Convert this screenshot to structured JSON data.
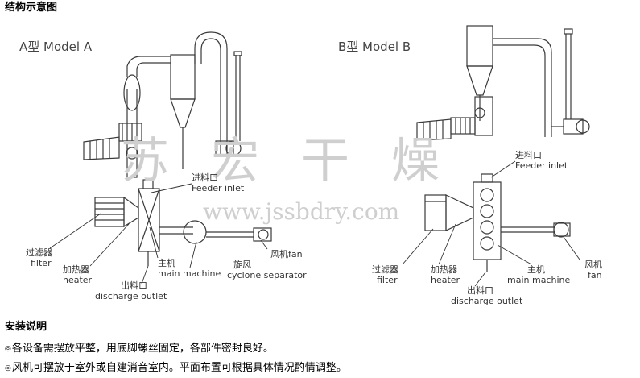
{
  "title": "结构示意图",
  "models": {
    "a": "A型 Model A",
    "b": "B型 Model B"
  },
  "watermark": {
    "chars": "苏宏干燥",
    "url": "www.jssbdry.com"
  },
  "labels_a": {
    "feeder_cn": "进料口",
    "feeder_en": "Feeder inlet",
    "filter_cn": "过滤器",
    "filter_en": "filter",
    "heater_cn": "加热器",
    "heater_en": "heater",
    "main_cn": "主机",
    "main_en": "main machine",
    "cyclone_cn": "旋风",
    "cyclone_en": "cyclone separator",
    "fan": "风机fan",
    "discharge_cn": "出料口",
    "discharge_en": "discharge outlet"
  },
  "labels_b": {
    "feeder_cn": "进料口",
    "feeder_en": "Feeder inlet",
    "filter_cn": "过滤器",
    "filter_en": "filter",
    "heater_cn": "加热器",
    "heater_en": "heater",
    "main_cn": "主机",
    "main_en": "main machine",
    "fan_cn": "风机",
    "fan_en": "fan",
    "discharge_cn": "出料口",
    "discharge_en": "discharge outlet"
  },
  "install": {
    "title": "安装说明",
    "note1": "各设备需摆放平整，用底脚螺丝固定，各部件密封良好。",
    "note2": "风机可摆放于室外或自建消音室内。平面布置可根据具体情况酌情调整。"
  },
  "colors": {
    "line": "#3a3a3a",
    "watermark": "#cfcfcf"
  }
}
